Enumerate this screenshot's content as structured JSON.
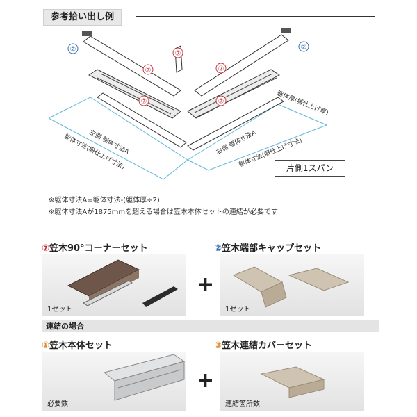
{
  "header": {
    "tag": "参考拾い出し例"
  },
  "diagram": {
    "callout_2": "②",
    "callout_7": "⑦",
    "left_label_inner": "左側 躯体寸法A",
    "left_label_outer": "躯体寸法(塀仕上げ寸法)",
    "right_label_inner": "右側 躯体寸法A",
    "right_label_outer": "躯体寸法(塀仕上げ寸法)",
    "thickness_label": "躯体厚(塀仕上げ厚)",
    "span_label": "片側1スパン"
  },
  "notes": [
    "※躯体寸法A=躯体寸法-(躯体厚÷2)",
    "※躯体寸法Aが1875mmを超える場合は笠木本体セットの連結が必要です"
  ],
  "sections": {
    "corner_set": {
      "num": "⑦",
      "title": "笠木90°コーナーセット",
      "qty": "1セット"
    },
    "end_cap_set": {
      "num": "②",
      "title": "笠木端部キャップセット",
      "qty": "1セット"
    },
    "connect_label": "連結の場合",
    "body_set": {
      "num": "①",
      "title": "笠木本体セット",
      "qty": "必要数"
    },
    "cover_set": {
      "num": "③",
      "title": "笠木連結カバーセット",
      "qty": "連結箇所数"
    },
    "plus": "+"
  },
  "colors": {
    "dim_line": "#5fb7d9",
    "callout_red": "#c2373f",
    "callout_blue": "#3a6fb0",
    "callout_orange": "#d9892b",
    "wood": "#6e574a",
    "beige_part": "#cfc3b2",
    "silver_part": "#c9cacc"
  }
}
